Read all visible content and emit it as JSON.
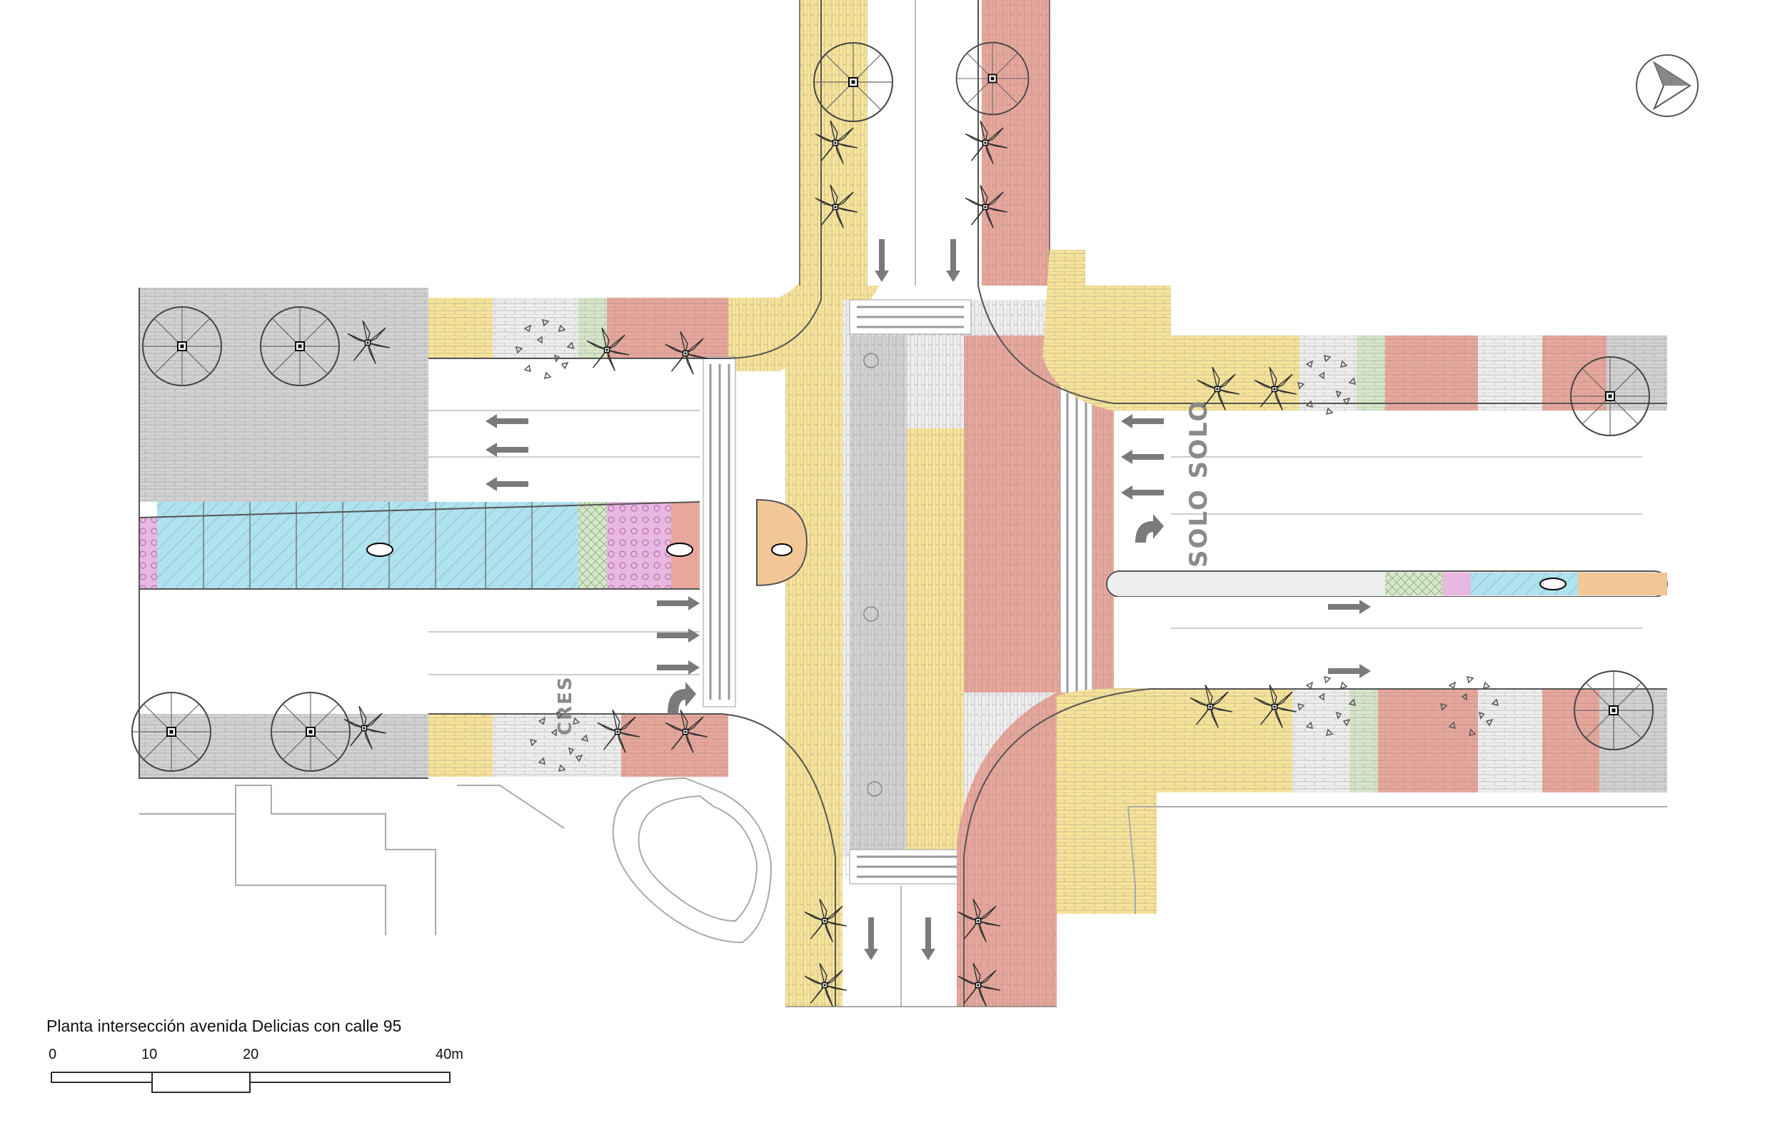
{
  "caption": {
    "title": "Planta intersección avenida Delicias con calle 95"
  },
  "scale_bar": {
    "labels": [
      "0",
      "10",
      "20",
      "40m"
    ]
  },
  "markings": {
    "solo_text": "SOLO SOLO",
    "side_text": "CRES"
  },
  "colors": {
    "paving_gray": "#d2d2d2",
    "paving_yellow": "#f7e49a",
    "paving_red": "#e8a79c",
    "paving_light": "#eeeeee",
    "paving_blue": "#aee2ef",
    "paving_pink": "#e7b8e0",
    "paving_green": "#d6e6c8",
    "paving_orange": "#f2c797",
    "line": "#555555",
    "arrow": "#7a7a7a"
  },
  "icons": [
    "north-arrow-icon",
    "palm-tree-icon",
    "round-tree-icon",
    "lane-arrow-icon"
  ]
}
